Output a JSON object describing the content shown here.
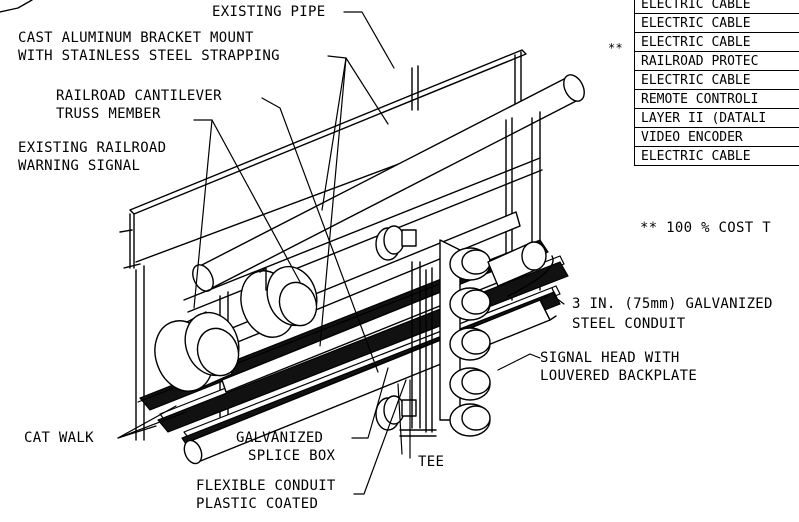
{
  "labels": {
    "existing_pipe": "EXISTING PIPE",
    "bracket_line1": "CAST ALUMINUM BRACKET MOUNT",
    "bracket_line2": "WITH STAINLESS STEEL STRAPPING",
    "truss_line1": "RAILROAD CANTILEVER",
    "truss_line2": "TRUSS MEMBER",
    "warning_line1": "EXISTING RAILROAD",
    "warning_line2": "WARNING SIGNAL",
    "cat_walk": "CAT WALK",
    "splice_line1": "GALVANIZED",
    "splice_line2": "SPLICE BOX",
    "tee": "TEE",
    "flex_line1": "FLEXIBLE CONDUIT",
    "flex_line2": "PLASTIC COATED",
    "conduit_line1": "3 IN. (75mm) GALVANIZED",
    "conduit_line2": "STEEL CONDUIT",
    "signal_line1": "SIGNAL HEAD WITH",
    "signal_line2": "LOUVERED BACKPLATE"
  },
  "table": {
    "rows": [
      "ELECTRIC CABLE",
      "ELECTRIC CABLE",
      "ELECTRIC CABLE",
      "RAILROAD PROTEC",
      "ELECTRIC CABLE",
      "REMOTE CONTROLI",
      "LAYER II (DATALI",
      "VIDEO ENCODER",
      "ELECTRIC CABLE"
    ],
    "marker": "**",
    "note": "** 100 % COST T"
  }
}
